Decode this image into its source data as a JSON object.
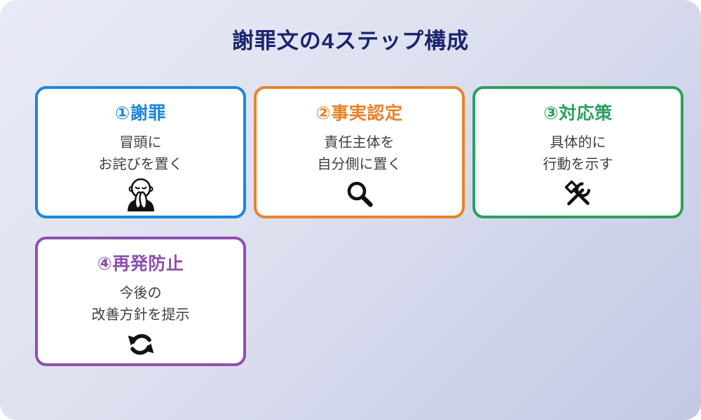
{
  "title": "謝罪文の4ステップ構成",
  "theme": {
    "background_top": "#e9eaf6",
    "background_bottom": "#c3c8e6",
    "title_color": "#1b2470",
    "card_bg": "#ffffff",
    "body_text_color": "#3f3f3f",
    "icon_color": "#111111"
  },
  "steps": [
    {
      "heading": "①謝罪",
      "line1": "冒頭に",
      "line2": "お詫びを置く",
      "accent": "#1e86d9",
      "icon": "bowing-person-icon"
    },
    {
      "heading": "②事実認定",
      "line1": "責任主体を",
      "line2": "自分側に置く",
      "accent": "#e8832c",
      "icon": "magnifier-icon"
    },
    {
      "heading": "③対応策",
      "line1": "具体的に",
      "line2": "行動を示す",
      "accent": "#2ca05c",
      "icon": "tools-icon"
    },
    {
      "heading": "④再発防止",
      "line1": "今後の",
      "line2": "改善方針を提示",
      "accent": "#8e4fae",
      "icon": "refresh-icon"
    }
  ]
}
